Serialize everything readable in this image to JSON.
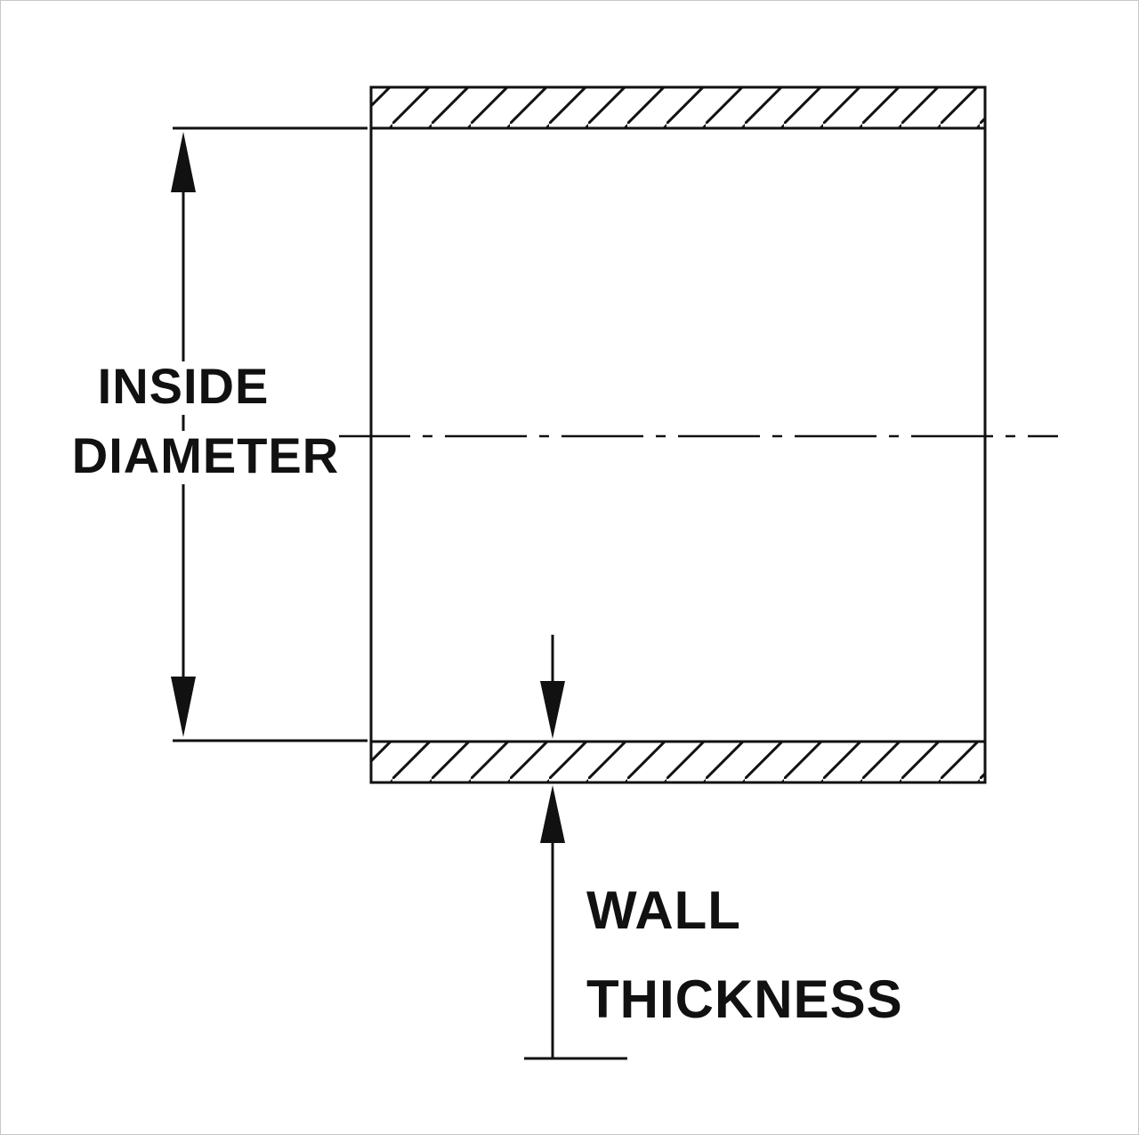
{
  "diagram": {
    "labels": {
      "inside_diameter_line1": "INSIDE",
      "inside_diameter_line2": "DIAMETER",
      "wall_thickness_line1": "WALL",
      "wall_thickness_line2": "THICKNESS"
    },
    "colors": {
      "line": "#111111",
      "background": "#ffffff"
    }
  }
}
